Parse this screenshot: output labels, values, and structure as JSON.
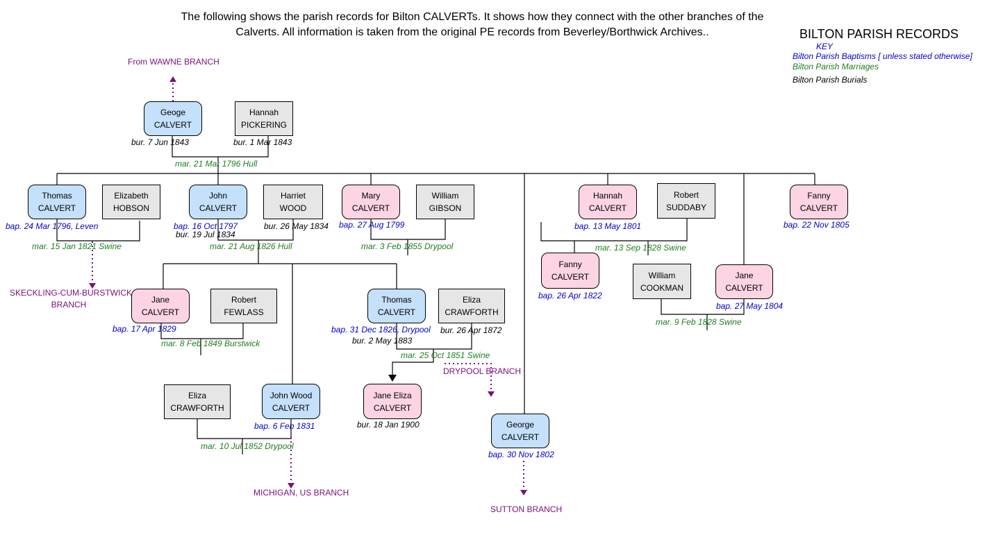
{
  "intro": {
    "line1": "The following shows the parish records for Bilton CALVERTs. It shows how they connect with the other branches of the",
    "line2": "Calverts. All information is taken from the original PE records from Beverley/Borthwick Archives.."
  },
  "key": {
    "title": "BILTON PARISH RECORDS",
    "label": "KEY",
    "baptisms": "Bilton Parish Baptisms [ unless stated otherwise]",
    "marriages": "Bilton Parish Marriages",
    "burials": "Bilton Parish Burials"
  },
  "colors": {
    "male_box": "#c4e0fa",
    "female_box": "#fcd4e3",
    "spouse_box": "#e6e6e6",
    "baptism_text": "#0000cc",
    "marriage_text": "#1e7d1e",
    "burial_text": "#000000",
    "branch_text": "#7b0f7b"
  },
  "people": {
    "geoge": {
      "first": "Geoge",
      "last": "CALVERT"
    },
    "hannah_p": {
      "first": "Hannah",
      "last": "PICKERING"
    },
    "thomas1": {
      "first": "Thomas",
      "last": "CALVERT"
    },
    "elizabeth_h": {
      "first": "Elizabeth",
      "last": "HOBSON"
    },
    "john": {
      "first": "John",
      "last": "CALVERT"
    },
    "harriet_w": {
      "first": "Harriet",
      "last": "WOOD"
    },
    "mary": {
      "first": "Mary",
      "last": "CALVERT"
    },
    "william_g": {
      "first": "William",
      "last": "GIBSON"
    },
    "hannah_c": {
      "first": "Hannah",
      "last": "CALVERT"
    },
    "robert_s": {
      "first": "Robert",
      "last": "SUDDABY"
    },
    "fanny1805": {
      "first": "Fanny",
      "last": "CALVERT"
    },
    "fanny1822": {
      "first": "Fanny",
      "last": "CALVERT"
    },
    "william_c": {
      "first": "William",
      "last": "COOKMAN"
    },
    "jane1804": {
      "first": "Jane",
      "last": "CALVERT"
    },
    "jane1829": {
      "first": "Jane",
      "last": "CALVERT"
    },
    "robert_f": {
      "first": "Robert",
      "last": "FEWLASS"
    },
    "thomas2": {
      "first": "Thomas",
      "last": "CALVERT"
    },
    "eliza_c1": {
      "first": "Eliza",
      "last": "CRAWFORTH"
    },
    "jane_eliza": {
      "first": "Jane Eliza",
      "last": "CALVERT"
    },
    "eliza_c2": {
      "first": "Eliza",
      "last": "CRAWFORTH"
    },
    "john_wood": {
      "first": "John Wood",
      "last": "CALVERT"
    },
    "george1802": {
      "first": "George",
      "last": "CALVERT"
    }
  },
  "events": {
    "geoge_bur": "bur. 7 Jun 1843",
    "hannah_p_bur": "bur. 1 Mar 1843",
    "mar_1796": "mar. 21 Mar 1796 Hull",
    "thomas1_bap": "bap. 24 Mar 1796, Leven",
    "mar_1821": "mar. 15 Jan 1821 Swine",
    "john_bap": "bap. 16 Oct 1797",
    "john_bur": "bur. 19 Jul 1834",
    "harriet_bur": "bur. 26 May 1834",
    "mar_1826": "mar. 21 Aug 1826 Hull",
    "mary_bap": "bap. 27 Aug 1799",
    "mar_1855": "mar. 3 Feb 1855 Drypool",
    "hannah_c_bap": "bap. 13 May 1801",
    "mar_1828a": "mar. 13 Sep 1828 Swine",
    "fanny1805_bap": "bap. 22 Nov 1805",
    "fanny1822_bap": "bap. 26 Apr 1822",
    "jane1804_bap": "bap. 27 May 1804",
    "mar_1828b": "mar. 9 Feb 1828 Swine",
    "jane1829_bap": "bap. 17 Apr 1829",
    "mar_1849": "mar. 8 Feb 1849 Burstwick",
    "thomas2_bap": "bap. 31 Dec 1826, Drypool",
    "thomas2_bur": "bur. 2 May 1883",
    "eliza_c1_bur": "bur. 26 Apr 1872",
    "mar_1851": "mar. 25 Oct 1851 Swine",
    "jane_eliza_bur": "bur. 18 Jan 1900",
    "john_wood_bap": "bap. 6 Feb 1831",
    "mar_1852": "mar. 10 Jul 1852 Drypool",
    "george1802_bap": "bap. 30 Nov 1802"
  },
  "branches": {
    "wawne": "From WAWNE BRANCH",
    "skeckling_1": "SKECKLING-CUM-BURSTWICK",
    "skeckling_2": "BRANCH",
    "drypool": "DRYPOOL BRANCH",
    "michigan": "MICHIGAN, US BRANCH",
    "sutton": "SUTTON BRANCH"
  }
}
